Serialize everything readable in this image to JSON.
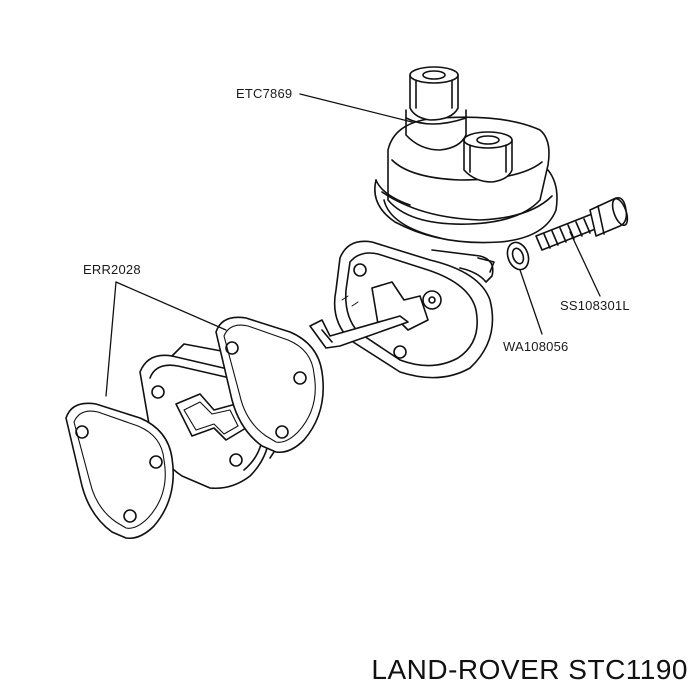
{
  "labels": {
    "pump_cover": "ETC7869",
    "gasket": "ERR2028",
    "screw": "SS108301L",
    "washer": "WA108056"
  },
  "caption": "LAND-ROVER STC1190"
}
